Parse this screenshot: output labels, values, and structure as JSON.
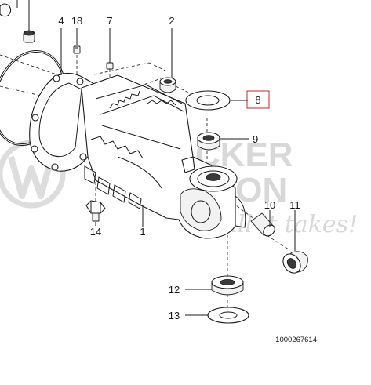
{
  "watermark": {
    "line1": "WACKER",
    "line2": "NEUSON",
    "tagline": "all it takes!",
    "colors": {
      "logo_red": "#d9d9d9",
      "text": "#d8d8d8"
    }
  },
  "callouts": {
    "c1": "1",
    "c2": "2",
    "c4": "4",
    "c7": "7",
    "c8": "8",
    "c9": "9",
    "c10": "10",
    "c11": "11",
    "c12": "12",
    "c13": "13",
    "c14": "14",
    "c18": "18"
  },
  "highlight": {
    "callout": "8",
    "color": "#cc2222"
  },
  "document_number": "1000267614"
}
